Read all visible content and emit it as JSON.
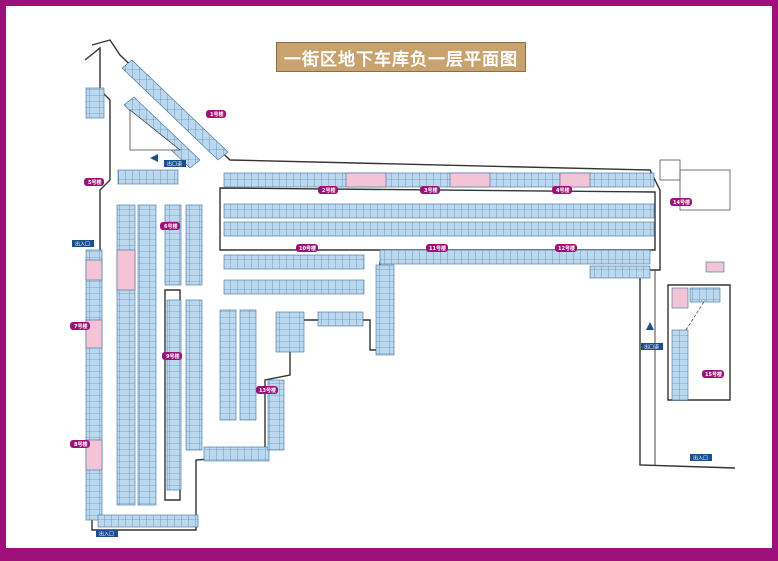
{
  "title": "一街区地下车库负一层平面图",
  "colors": {
    "frame": "#a0107a",
    "space_blue": "#bcd8ee",
    "space_pink": "#f3c3d6",
    "core_label": "#a0107a",
    "title_bg": "#c8a36f"
  },
  "building_labels": [
    "1号楼",
    "2号楼",
    "3号楼",
    "4号楼",
    "5号楼",
    "6号楼",
    "7号楼",
    "8号楼",
    "9号楼",
    "10号楼",
    "11号楼",
    "12号楼",
    "13号楼",
    "14号楼",
    "15号楼"
  ],
  "entrances": [
    "出入口",
    "出入口",
    "出入口"
  ],
  "direction_labels": [
    "出口道",
    "出口道"
  ]
}
